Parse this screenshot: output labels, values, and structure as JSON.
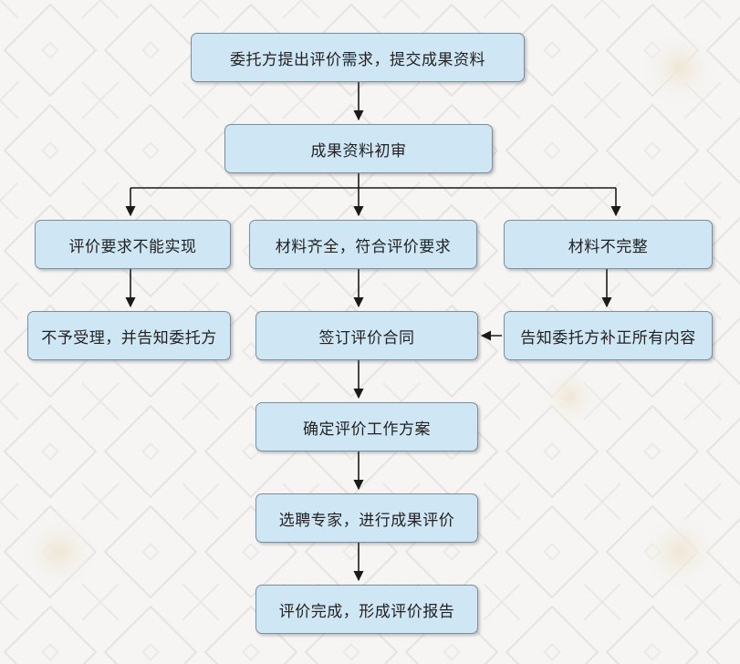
{
  "diagram": {
    "nodes": {
      "submit": "委托方提出评价需求，提交成果资料",
      "review": "成果资料初审",
      "cannot": "评价要求不能实现",
      "complete": "材料齐全，符合评价要求",
      "incomplete": "材料不完整",
      "reject": "不予受理，并告知委托方",
      "contract": "签订评价合同",
      "supplement": "告知委托方补正所有内容",
      "plan": "确定评价工作方案",
      "experts": "选聘专家，进行成果评价",
      "report": "评价完成，形成评价报告"
    },
    "colors": {
      "node_fill": "#cfe6f4",
      "node_border": "#7b8e9b",
      "arrow": "#1a1a1a",
      "background": "#f6f5f4"
    }
  }
}
